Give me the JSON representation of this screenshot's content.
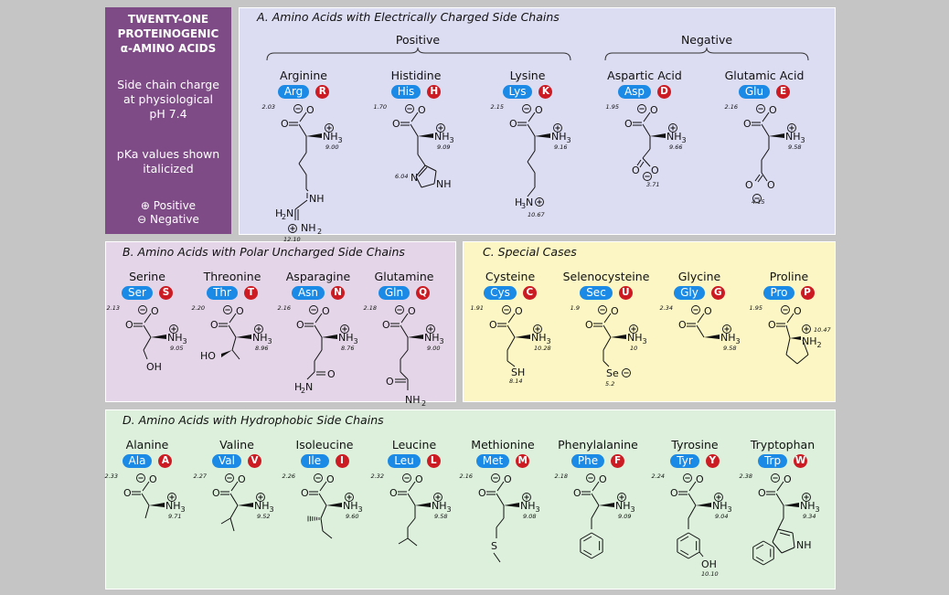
{
  "title_panel": {
    "heading_lines": [
      "TWENTY-ONE",
      "PROTEINOGENIC",
      "α-AMINO ACIDS"
    ],
    "charge_lines": [
      "Side chain charge",
      "at physiological",
      "pH 7.4"
    ],
    "pka_lines": [
      "pKa values shown",
      "italicized"
    ],
    "legend_positive": "⊕ Positive",
    "legend_negative": "⊖ Negative"
  },
  "sections": {
    "A": {
      "title": "A. Amino Acids with Electrically Charged Side Chains",
      "group_positive": "Positive",
      "group_negative": "Negative"
    },
    "B": {
      "title": "B. Amino Acids with Polar Uncharged Side Chains"
    },
    "C": {
      "title": "C. Special Cases"
    },
    "D": {
      "title": "D. Amino Acids with Hydrophobic Side Chains"
    }
  },
  "amino_acids": {
    "arg": {
      "name": "Arginine",
      "abbr3": "Arg",
      "abbr1": "R",
      "pka_acid": "2.03",
      "pka_amine": "9.00",
      "pka_side": "12.10"
    },
    "his": {
      "name": "Histidine",
      "abbr3": "His",
      "abbr1": "H",
      "pka_acid": "1.70",
      "pka_amine": "9.09",
      "pka_side": "6.04"
    },
    "lys": {
      "name": "Lysine",
      "abbr3": "Lys",
      "abbr1": "K",
      "pka_acid": "2.15",
      "pka_amine": "9.16",
      "pka_side": "10.67"
    },
    "asp": {
      "name": "Aspartic Acid",
      "abbr3": "Asp",
      "abbr1": "D",
      "pka_acid": "1.95",
      "pka_amine": "9.66",
      "pka_side": "3.71"
    },
    "glu": {
      "name": "Glutamic Acid",
      "abbr3": "Glu",
      "abbr1": "E",
      "pka_acid": "2.16",
      "pka_amine": "9.58",
      "pka_side": "4.15"
    },
    "ser": {
      "name": "Serine",
      "abbr3": "Ser",
      "abbr1": "S",
      "pka_acid": "2.13",
      "pka_amine": "9.05"
    },
    "thr": {
      "name": "Threonine",
      "abbr3": "Thr",
      "abbr1": "T",
      "pka_acid": "2.20",
      "pka_amine": "8.96"
    },
    "asn": {
      "name": "Asparagine",
      "abbr3": "Asn",
      "abbr1": "N",
      "pka_acid": "2.16",
      "pka_amine": "8.76"
    },
    "gln": {
      "name": "Glutamine",
      "abbr3": "Gln",
      "abbr1": "Q",
      "pka_acid": "2.18",
      "pka_amine": "9.00"
    },
    "cys": {
      "name": "Cysteine",
      "abbr3": "Cys",
      "abbr1": "C",
      "pka_acid": "1.91",
      "pka_amine": "10.28",
      "pka_side": "8.14"
    },
    "sec": {
      "name": "Selenocysteine",
      "abbr3": "Sec",
      "abbr1": "U",
      "pka_acid": "1.9",
      "pka_amine": "10",
      "pka_side": "5.2"
    },
    "gly": {
      "name": "Glycine",
      "abbr3": "Gly",
      "abbr1": "G",
      "pka_acid": "2.34",
      "pka_amine": "9.58"
    },
    "pro": {
      "name": "Proline",
      "abbr3": "Pro",
      "abbr1": "P",
      "pka_acid": "1.95",
      "pka_amine": "10.47"
    },
    "ala": {
      "name": "Alanine",
      "abbr3": "Ala",
      "abbr1": "A",
      "pka_acid": "2.33",
      "pka_amine": "9.71"
    },
    "val": {
      "name": "Valine",
      "abbr3": "Val",
      "abbr1": "V",
      "pka_acid": "2.27",
      "pka_amine": "9.52"
    },
    "ile": {
      "name": "Isoleucine",
      "abbr3": "Ile",
      "abbr1": "I",
      "pka_acid": "2.26",
      "pka_amine": "9.60"
    },
    "leu": {
      "name": "Leucine",
      "abbr3": "Leu",
      "abbr1": "L",
      "pka_acid": "2.32",
      "pka_amine": "9.58"
    },
    "met": {
      "name": "Methionine",
      "abbr3": "Met",
      "abbr1": "M",
      "pka_acid": "2.16",
      "pka_amine": "9.08"
    },
    "phe": {
      "name": "Phenylalanine",
      "abbr3": "Phe",
      "abbr1": "F",
      "pka_acid": "2.18",
      "pka_amine": "9.09"
    },
    "tyr": {
      "name": "Tyrosine",
      "abbr3": "Tyr",
      "abbr1": "Y",
      "pka_acid": "2.24",
      "pka_amine": "9.04",
      "pka_side": "10.10"
    },
    "trp": {
      "name": "Tryptophan",
      "abbr3": "Trp",
      "abbr1": "W",
      "pka_acid": "2.38",
      "pka_amine": "9.34"
    }
  },
  "colors": {
    "title_panel": "#7e4b86",
    "section_A": "#dcdcf2",
    "section_B": "#e4d6e8",
    "section_C": "#fbf6c4",
    "section_D": "#dcf0dc",
    "abbr3_pill": "#1a8ae6",
    "abbr1_badge": "#cc1b22",
    "page": "#c5c5c5"
  }
}
